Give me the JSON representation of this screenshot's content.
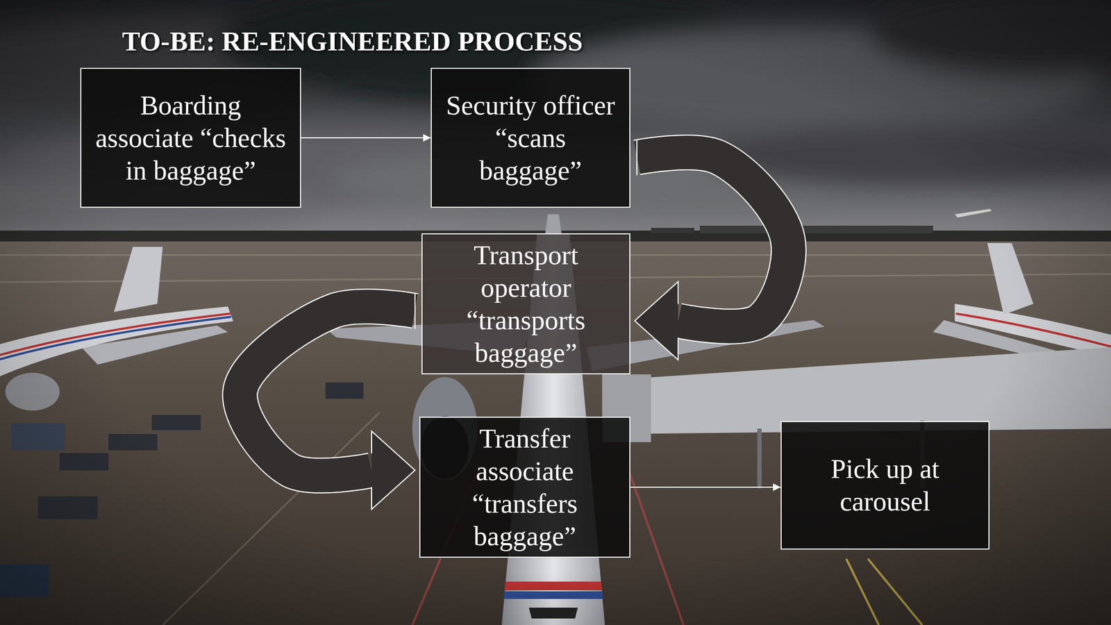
{
  "diagram": {
    "title": "TO-BE: RE-ENGINEERED PROCESS",
    "nodes": [
      {
        "text": [
          "Boarding associate “checks in baggage”"
        ]
      },
      {
        "text": [
          "Security officer “scans baggage”"
        ]
      },
      {
        "text": [
          "Transport operator “transports baggage”"
        ]
      },
      {
        "text": [
          "Transfer associate “transfers baggage”"
        ]
      },
      {
        "text": [
          "Pick up at carousel"
        ]
      }
    ],
    "edges": [
      {
        "from": 0,
        "to": 1,
        "arrow": "to"
      },
      {
        "from": 1,
        "to": 2,
        "arrow": "to"
      },
      {
        "from": 2,
        "to": 3,
        "arrow": "to"
      },
      {
        "from": 3,
        "to": 4,
        "arrow": "to"
      }
    ]
  }
}
